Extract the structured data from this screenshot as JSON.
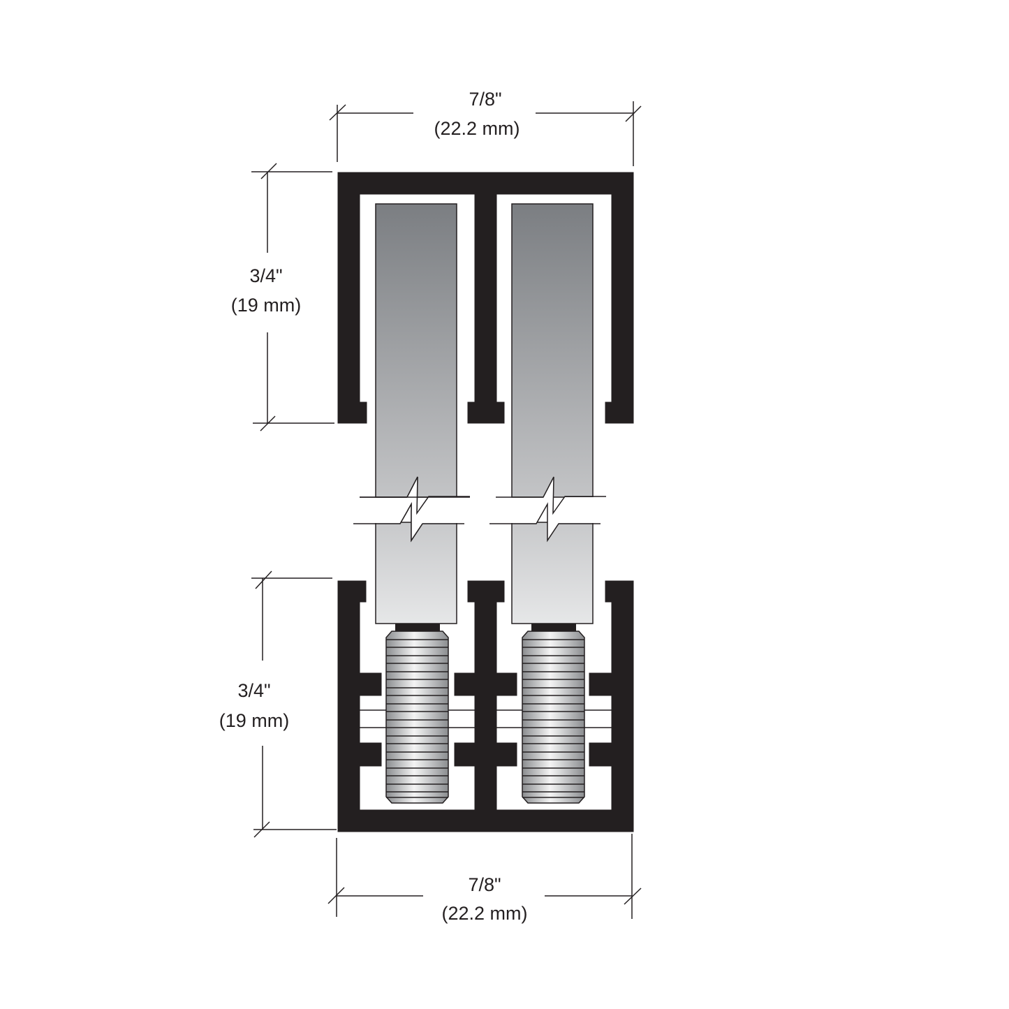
{
  "diagram": {
    "title": "Sliding door track profile cross-section with panels and threaded studs",
    "colors": {
      "profile": "#231f20",
      "line": "#231f20",
      "panel_top": "#7d8084",
      "panel_bottom": "#e4e5e6",
      "background": "#ffffff"
    },
    "dimensions": {
      "top_width": {
        "imperial": "7/8\"",
        "metric": "(22.2 mm)"
      },
      "upper_height": {
        "imperial": "3/4\"",
        "metric": "(19 mm)"
      },
      "lower_height": {
        "imperial": "3/4\"",
        "metric": "(19 mm)"
      },
      "bottom_width": {
        "imperial": "7/8\"",
        "metric": "(22.2 mm)"
      }
    },
    "components": {
      "upper_track": "upper-track-profile",
      "lower_track": "lower-track-profile",
      "panels": [
        "left-panel",
        "right-panel"
      ],
      "studs": [
        "left-threaded-stud",
        "right-threaded-stud"
      ],
      "break_symbols": [
        "left-break-symbol",
        "right-break-symbol"
      ]
    }
  }
}
